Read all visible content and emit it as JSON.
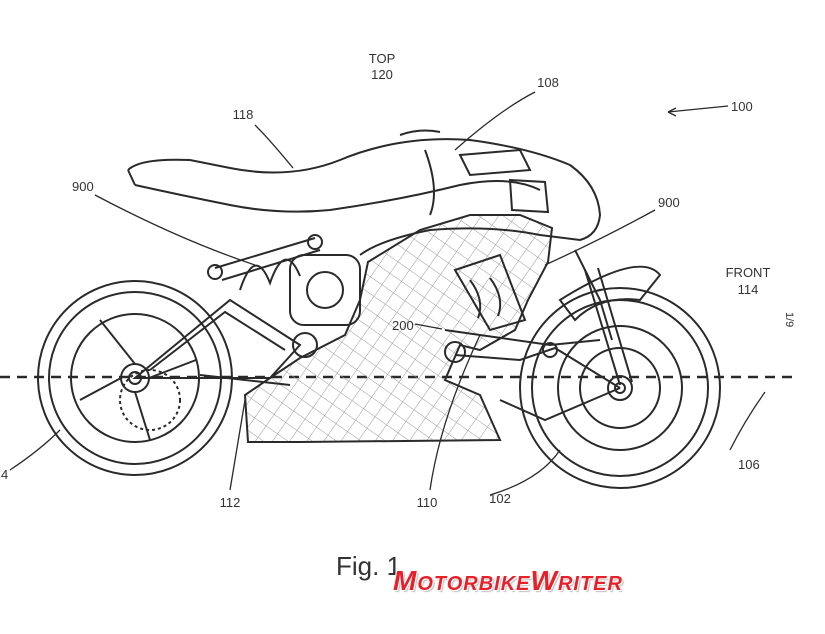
{
  "labels": {
    "top_word": "TOP",
    "top_ref": "120",
    "ref_108": "108",
    "ref_100": "100",
    "ref_118": "118",
    "ref_900_left": "900",
    "ref_900_right": "900",
    "front_word": "FRONT",
    "front_ref": "114",
    "ref_200": "200",
    "ref_106": "106",
    "ref_104_partial": "4",
    "ref_112": "112",
    "ref_110": "110",
    "ref_102": "102"
  },
  "figure_caption": "Fig. 1",
  "sheet_number": "1/9",
  "watermark": "MotorbikeWriter",
  "colors": {
    "line": "#2a2a2a",
    "hatch": "#9a9a9a",
    "brand_red": "#e8202a"
  }
}
